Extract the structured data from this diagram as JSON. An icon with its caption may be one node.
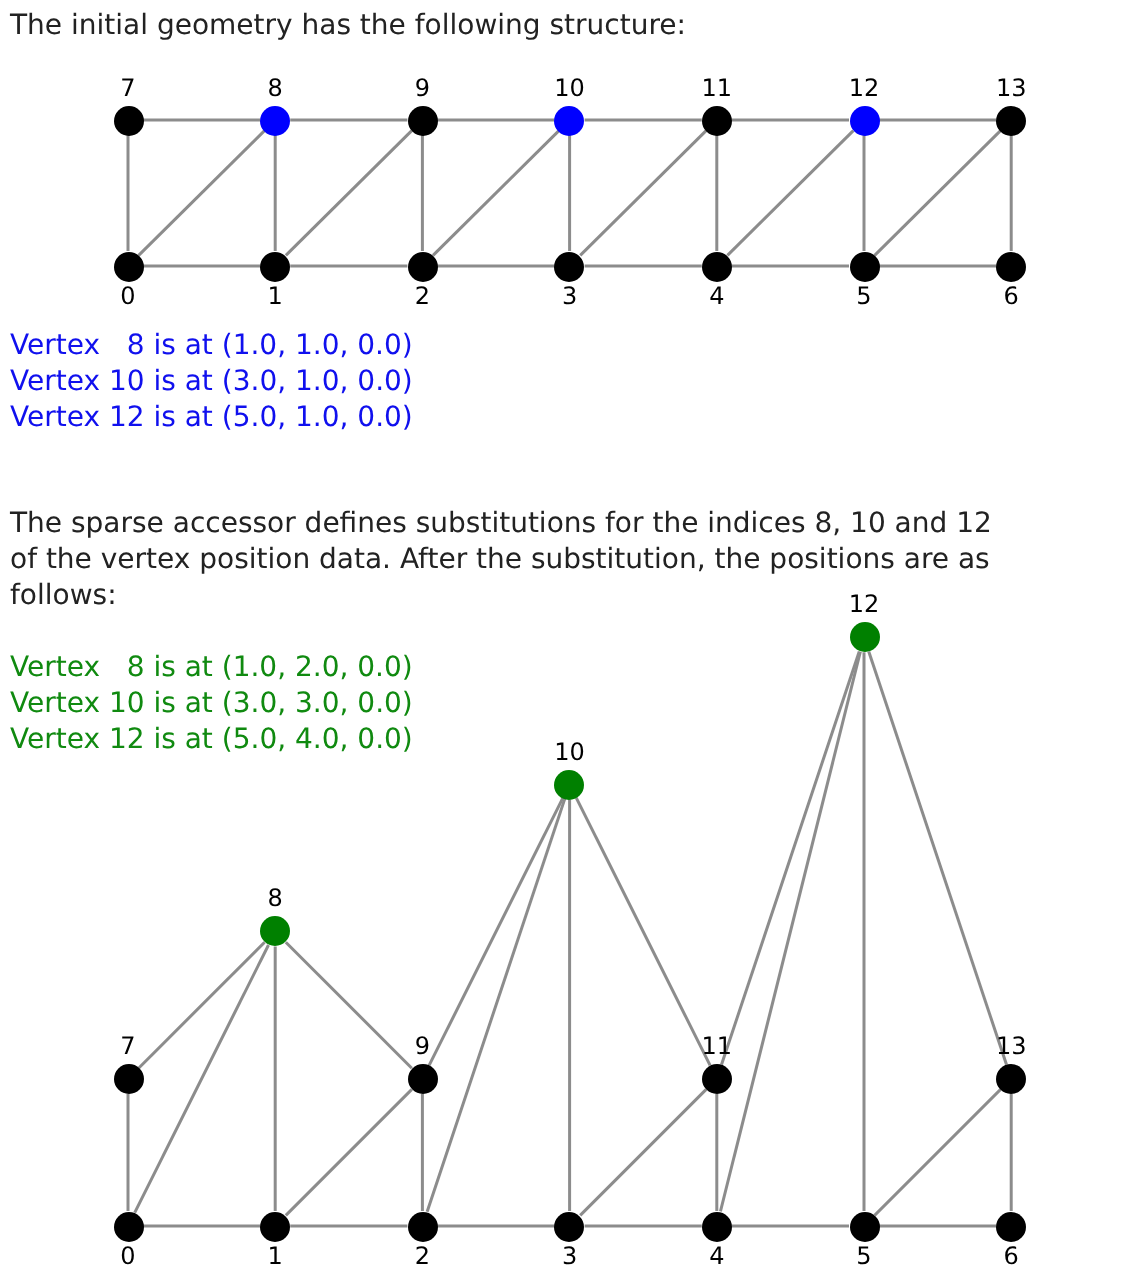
{
  "diagram": {
    "nodes": [
      {
        "text": [],
        "shape": "circle",
        "beside": [
          "0"
        ]
      },
      {
        "text": [],
        "shape": "circle",
        "beside": [
          "1"
        ]
      },
      {
        "text": [],
        "shape": "circle",
        "beside": [
          "2"
        ]
      },
      {
        "text": [],
        "shape": "circle",
        "beside": [
          "3"
        ]
      },
      {
        "text": [],
        "shape": "circle",
        "beside": [
          "4"
        ]
      },
      {
        "text": [],
        "shape": "circle",
        "beside": [
          "5"
        ]
      },
      {
        "text": [],
        "shape": "circle",
        "beside": [
          "6"
        ]
      },
      {
        "text": [],
        "shape": "circle",
        "beside": [
          "7"
        ]
      },
      {
        "text": [],
        "shape": "circle",
        "beside": [
          "8"
        ]
      },
      {
        "text": [],
        "shape": "circle",
        "beside": [
          "9"
        ]
      },
      {
        "text": [],
        "shape": "circle",
        "beside": [
          "10"
        ]
      },
      {
        "text": [],
        "shape": "circle",
        "beside": [
          "11"
        ]
      },
      {
        "text": [],
        "shape": "circle",
        "beside": [
          "12"
        ]
      },
      {
        "text": [],
        "shape": "circle",
        "beside": [
          "13"
        ]
      },
      {
        "text": [],
        "shape": "circle",
        "beside": [
          "0"
        ]
      },
      {
        "text": [],
        "shape": "circle",
        "beside": [
          "1"
        ]
      },
      {
        "text": [],
        "shape": "circle",
        "beside": [
          "2"
        ]
      },
      {
        "text": [],
        "shape": "circle",
        "beside": [
          "3"
        ]
      },
      {
        "text": [],
        "shape": "circle",
        "beside": [
          "4"
        ]
      },
      {
        "text": [],
        "shape": "circle",
        "beside": [
          "5"
        ]
      },
      {
        "text": [],
        "shape": "circle",
        "beside": [
          "6"
        ]
      },
      {
        "text": [],
        "shape": "circle",
        "beside": [
          "7"
        ]
      },
      {
        "text": [],
        "shape": "circle",
        "beside": [
          "8"
        ]
      },
      {
        "text": [],
        "shape": "circle",
        "beside": [
          "9"
        ]
      },
      {
        "text": [],
        "shape": "circle",
        "beside": [
          "10"
        ]
      },
      {
        "text": [],
        "shape": "circle",
        "beside": [
          "11"
        ]
      },
      {
        "text": [],
        "shape": "circle",
        "beside": [
          "12"
        ]
      },
      {
        "text": [],
        "shape": "circle",
        "beside": [
          "13"
        ]
      }
    ],
    "edges": [
      {
        "from": 0,
        "to": 1,
        "arrow": "none"
      },
      {
        "from": 1,
        "to": 2,
        "arrow": "none"
      },
      {
        "from": 2,
        "to": 3,
        "arrow": "none"
      },
      {
        "from": 3,
        "to": 4,
        "arrow": "none"
      },
      {
        "from": 4,
        "to": 5,
        "arrow": "none"
      },
      {
        "from": 5,
        "to": 6,
        "arrow": "none"
      },
      {
        "from": 7,
        "to": 8,
        "arrow": "none"
      },
      {
        "from": 8,
        "to": 9,
        "arrow": "none"
      },
      {
        "from": 9,
        "to": 10,
        "arrow": "none"
      },
      {
        "from": 10,
        "to": 11,
        "arrow": "none"
      },
      {
        "from": 11,
        "to": 12,
        "arrow": "none"
      },
      {
        "from": 12,
        "to": 13,
        "arrow": "none"
      },
      {
        "from": 0,
        "to": 7,
        "arrow": "none"
      },
      {
        "from": 1,
        "to": 8,
        "arrow": "none"
      },
      {
        "from": 2,
        "to": 9,
        "arrow": "none"
      },
      {
        "from": 3,
        "to": 10,
        "arrow": "none"
      },
      {
        "from": 4,
        "to": 11,
        "arrow": "none"
      },
      {
        "from": 5,
        "to": 12,
        "arrow": "none"
      },
      {
        "from": 6,
        "to": 13,
        "arrow": "none"
      },
      {
        "from": 0,
        "to": 8,
        "arrow": "none"
      },
      {
        "from": 1,
        "to": 9,
        "arrow": "none"
      },
      {
        "from": 2,
        "to": 10,
        "arrow": "none"
      },
      {
        "from": 3,
        "to": 11,
        "arrow": "none"
      },
      {
        "from": 4,
        "to": 12,
        "arrow": "none"
      },
      {
        "from": 5,
        "to": 13,
        "arrow": "none"
      },
      {
        "from": 14,
        "to": 15,
        "arrow": "none"
      },
      {
        "from": 15,
        "to": 16,
        "arrow": "none"
      },
      {
        "from": 16,
        "to": 17,
        "arrow": "none"
      },
      {
        "from": 17,
        "to": 18,
        "arrow": "none"
      },
      {
        "from": 18,
        "to": 19,
        "arrow": "none"
      },
      {
        "from": 19,
        "to": 20,
        "arrow": "none"
      },
      {
        "from": 21,
        "to": 22,
        "arrow": "none"
      },
      {
        "from": 22,
        "to": 23,
        "arrow": "none"
      },
      {
        "from": 23,
        "to": 24,
        "arrow": "none"
      },
      {
        "from": 24,
        "to": 25,
        "arrow": "none"
      },
      {
        "from": 25,
        "to": 26,
        "arrow": "none"
      },
      {
        "from": 26,
        "to": 27,
        "arrow": "none"
      },
      {
        "from": 14,
        "to": 21,
        "arrow": "none"
      },
      {
        "from": 15,
        "to": 22,
        "arrow": "none"
      },
      {
        "from": 16,
        "to": 23,
        "arrow": "none"
      },
      {
        "from": 17,
        "to": 24,
        "arrow": "none"
      },
      {
        "from": 18,
        "to": 25,
        "arrow": "none"
      },
      {
        "from": 19,
        "to": 26,
        "arrow": "none"
      },
      {
        "from": 20,
        "to": 27,
        "arrow": "none"
      },
      {
        "from": 14,
        "to": 22,
        "arrow": "none"
      },
      {
        "from": 15,
        "to": 23,
        "arrow": "none"
      },
      {
        "from": 16,
        "to": 24,
        "arrow": "none"
      },
      {
        "from": 17,
        "to": 25,
        "arrow": "none"
      },
      {
        "from": 18,
        "to": 26,
        "arrow": "none"
      },
      {
        "from": 19,
        "to": 27,
        "arrow": "none"
      }
    ],
    "labels": [
      "The initial geometry has the following structure:",
      "Vertex   8 is at (1.0, 1.0, 0.0)",
      "Vertex 10 is at (3.0, 1.0, 0.0)",
      "Vertex 12 is at (5.0, 1.0, 0.0)",
      "The sparse accessor defines substitutions for the indices 8, 10 and 12 of the vertex position data. After the substitution, the positions are as follows:",
      "Vertex   8 is at (1.0, 2.0, 0.0)",
      "Vertex 10 is at (3.0, 3.0, 0.0)",
      "Vertex 12 is at (5.0, 4.0, 0.0)"
    ]
  }
}
